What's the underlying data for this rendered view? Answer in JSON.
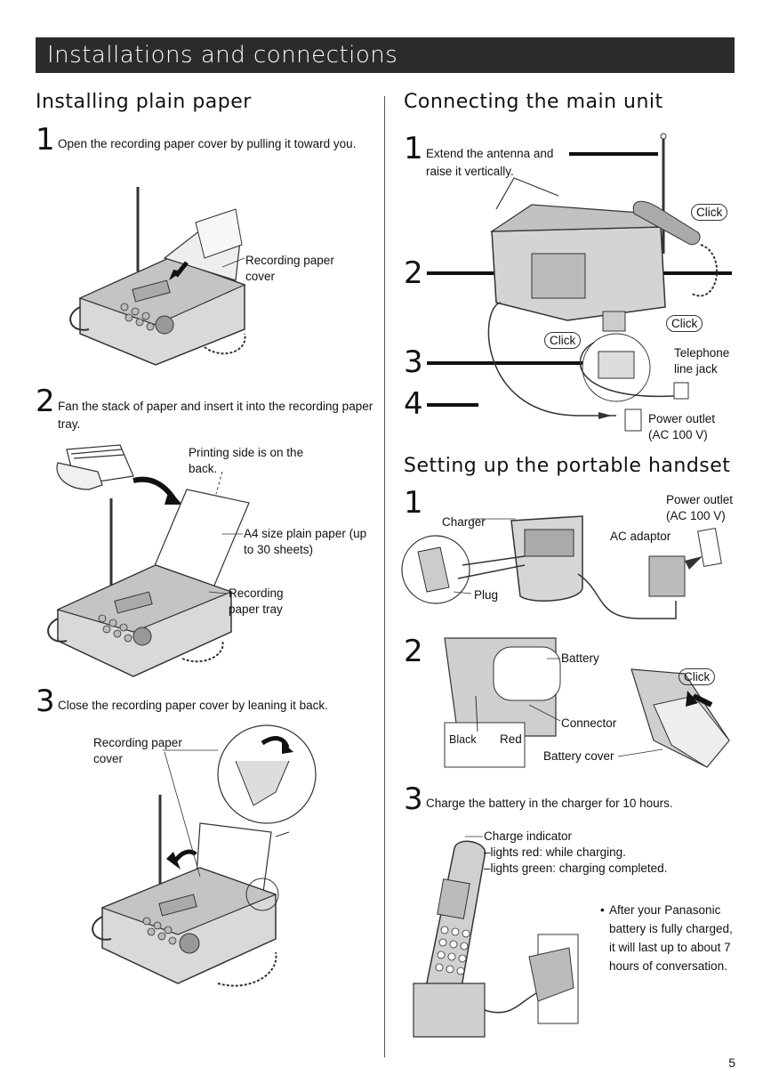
{
  "header": {
    "title": "Installations and connections"
  },
  "left": {
    "heading": "Installing plain paper",
    "steps": [
      {
        "num": "1",
        "text": "Open the recording paper cover by pulling it toward you."
      },
      {
        "num": "2",
        "text": "Fan the stack of paper and insert it into the recording paper tray."
      },
      {
        "num": "3",
        "text": "Close the recording paper cover by leaning it back."
      }
    ],
    "labels": {
      "recording_paper_cover_1": "Recording paper cover",
      "printing_side": "Printing side is on the back.",
      "a4_paper": "A4 size plain paper (up to 30 sheets)",
      "recording_paper_tray": "Recording paper tray",
      "recording_paper_cover_3": "Recording paper cover"
    }
  },
  "right": {
    "heading1": "Connecting the main unit",
    "main_steps": [
      {
        "num": "1",
        "text": "Extend the antenna and raise it vertically."
      },
      {
        "num": "2",
        "text": ""
      },
      {
        "num": "3",
        "text": ""
      },
      {
        "num": "4",
        "text": ""
      }
    ],
    "main_labels": {
      "click_a": "Click",
      "click_b": "Click",
      "click_c": "Click",
      "telephone_line_jack": "Telephone line jack",
      "power_outlet": "Power outlet (AC 100 V)"
    },
    "heading2": "Setting up the portable handset",
    "handset_steps": [
      {
        "num": "1",
        "text": ""
      },
      {
        "num": "2",
        "text": ""
      },
      {
        "num": "3",
        "text": "Charge the battery in the charger for 10 hours."
      }
    ],
    "handset_labels": {
      "charger": "Charger",
      "power_outlet": "Power outlet (AC 100 V)",
      "ac_adaptor": "AC adaptor",
      "plug": "Plug",
      "battery": "Battery",
      "click": "Click",
      "connector": "Connector",
      "black": "Black",
      "red": "Red",
      "battery_cover": "Battery cover",
      "charge_indicator": "Charge indicator",
      "lights_red": "–lights red: while charging.",
      "lights_green": "–lights green: charging completed."
    },
    "note": "After your Panasonic battery is fully charged, it will last up to about 7 hours of conversation."
  },
  "page_number": "5"
}
